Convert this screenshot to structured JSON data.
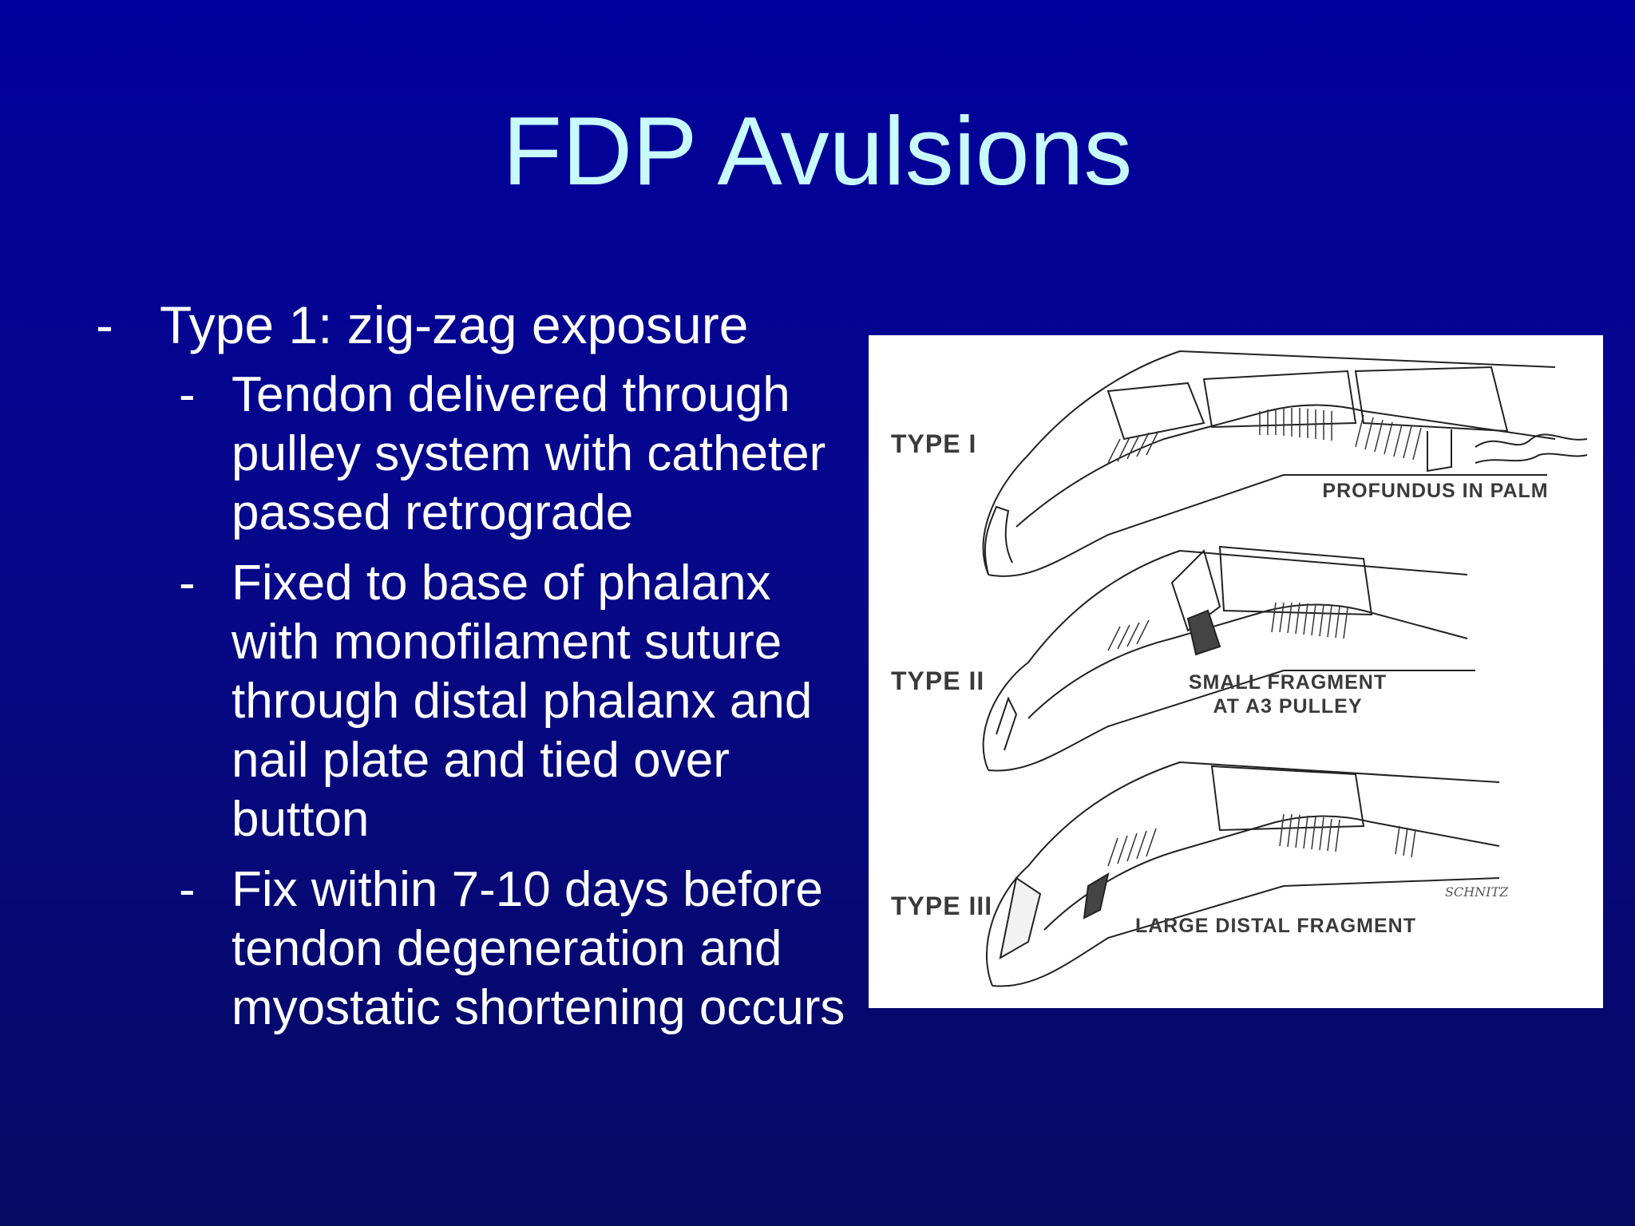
{
  "slide": {
    "title": "FDP Avulsions",
    "bullets": [
      {
        "level": 1,
        "text": "Type 1: zig-zag exposure"
      },
      {
        "level": 2,
        "text": "Tendon delivered through pulley system with catheter passed retrograde"
      },
      {
        "level": 2,
        "text": "Fixed to base of phalanx with monofilament suture through distal phalanx and nail plate and tied over button"
      },
      {
        "level": 2,
        "text": "Fix within 7-10 days before tendon degeneration and myostatic shortening occurs"
      }
    ],
    "bullet_marker": "-"
  },
  "figure": {
    "types": [
      {
        "label": "TYPE I",
        "caption": "PROFUNDUS IN PALM"
      },
      {
        "label": "TYPE II",
        "caption": "SMALL FRAGMENT\nAT A3 PULLEY"
      },
      {
        "label": "TYPE III",
        "caption": "LARGE DISTAL FRAGMENT"
      }
    ],
    "signature": "SCHNITZ"
  },
  "colors": {
    "title": "#c8fbff",
    "body_text": "#ffffff",
    "background_top": "#00009c",
    "background_bottom": "#050a62"
  }
}
